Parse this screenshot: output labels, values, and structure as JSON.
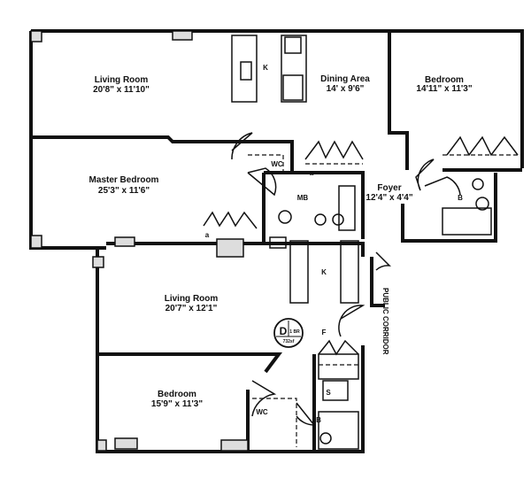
{
  "rooms": {
    "living_room_1": {
      "name": "Living Room",
      "dims": "20'8\" x 11'10\""
    },
    "dining_area": {
      "name": "Dining Area",
      "dims": "14' x 9'6\""
    },
    "bedroom_1": {
      "name": "Bedroom",
      "dims": "14'11\" x 11'3\""
    },
    "master_bedroom": {
      "name": "Master Bedroom",
      "dims": "25'3\" x 11'6\""
    },
    "foyer": {
      "name": "Foyer",
      "dims": "12'4\" x 4'4\""
    },
    "living_room_2": {
      "name": "Living Room",
      "dims": "20'7\" x 12'1\""
    },
    "bedroom_2": {
      "name": "Bedroom",
      "dims": "15'9\" x 11'3\""
    }
  },
  "marks": {
    "kitchen": "K",
    "walk_in_closet": "WC",
    "master_bath": "MB",
    "bath": "B",
    "foyer_short": "F",
    "closet": "S",
    "a": "a"
  },
  "corridor": "PUBLIC CORRIDOR",
  "unit_badge": {
    "letter": "D",
    "type": "1 BR",
    "area": "732sf"
  }
}
